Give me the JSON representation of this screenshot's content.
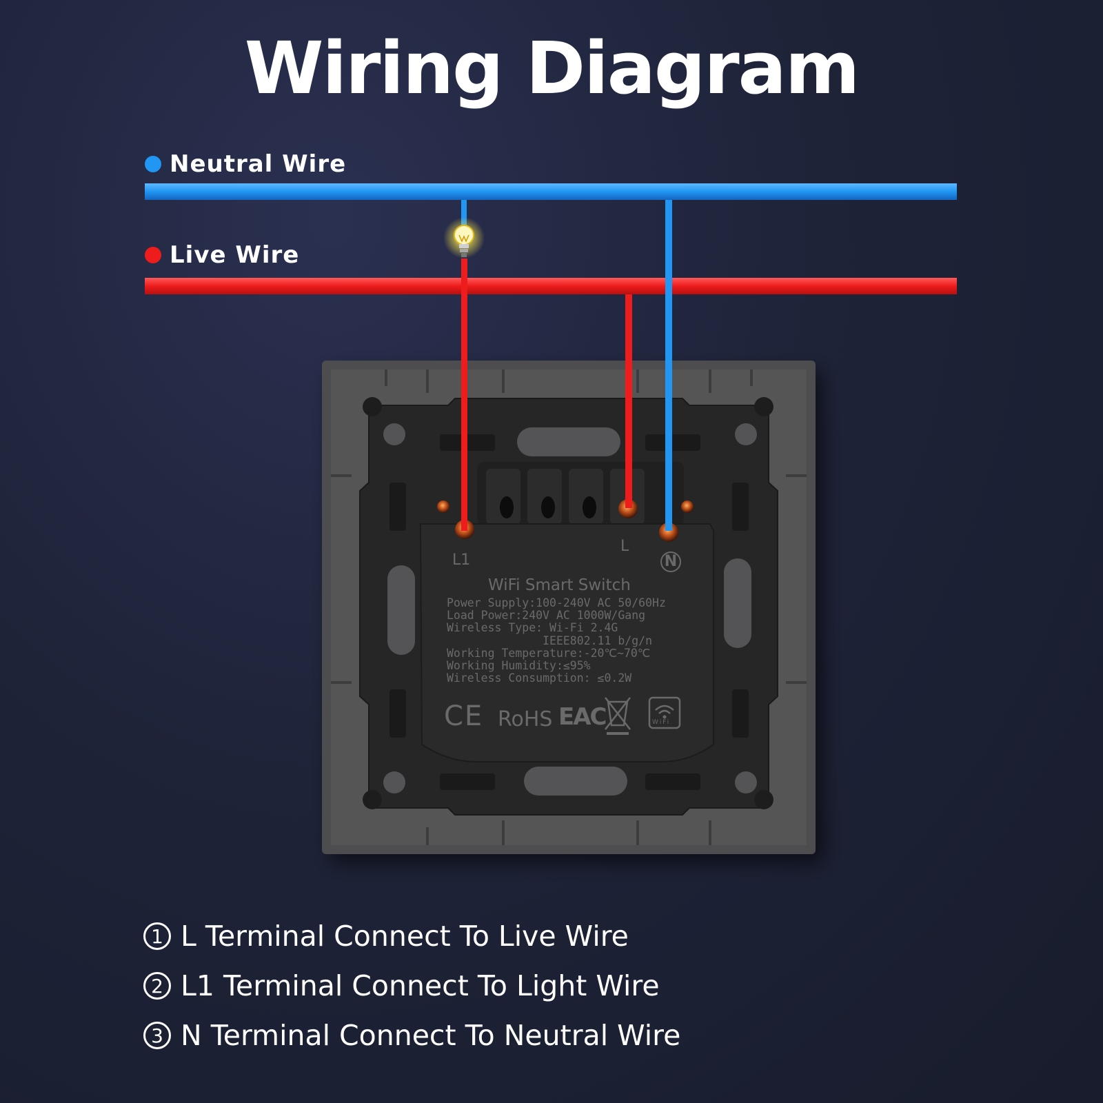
{
  "title": "Wiring Diagram",
  "legend": {
    "neutral": {
      "label": "Neutral Wire",
      "color": "#2196f3"
    },
    "live": {
      "label": "Live Wire",
      "color": "#ee1c1c"
    }
  },
  "device": {
    "terminal_l1": "L1",
    "terminal_l": "L",
    "terminal_n": "N",
    "product_name": "WiFi Smart Switch",
    "specs": [
      "Power Supply:100-240V AC 50/60Hz",
      "Load Power:240V AC 1000W/Gang",
      "Wireless Type: Wi-Fi 2.4G",
      "              IEEE802.11 b/g/n",
      "Working Temperature:-20℃~70℃",
      "Working Humidity:≤95%",
      "Wireless Consumption: ≤0.2W"
    ],
    "marks": {
      "ce": "CE",
      "rohs": "RoHS",
      "eac": "EAC",
      "wifi": "WiFi"
    }
  },
  "icons": [
    "light-bulb-icon",
    "weee-bin-icon",
    "wifi-icon"
  ],
  "notes": [
    {
      "num": "1",
      "text": "L Terminal Connect To Live Wire"
    },
    {
      "num": "2",
      "text": "L1 Terminal Connect To Light Wire"
    },
    {
      "num": "3",
      "text": "N Terminal Connect To Neutral Wire"
    }
  ]
}
